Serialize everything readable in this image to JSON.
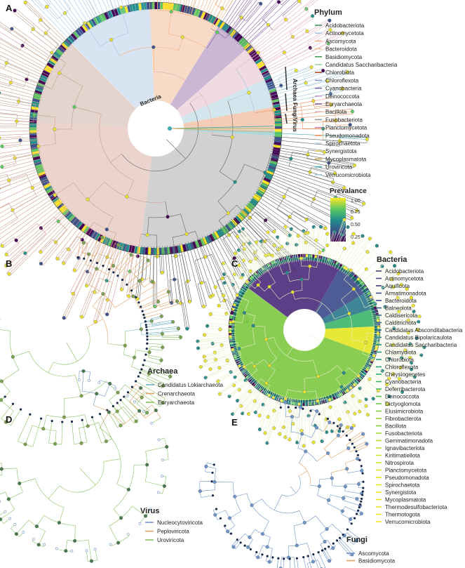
{
  "panels": {
    "A": {
      "letter": "A",
      "legend_title": "Phylum",
      "phyla": [
        {
          "name": "Acidobacteriota",
          "color": "#4a9a6a"
        },
        {
          "name": "Actinomycetota",
          "color": "#a8c4e0"
        },
        {
          "name": "Ascomycota",
          "color": "#f0b080"
        },
        {
          "name": "Bacteroidota",
          "color": "#e8c890"
        },
        {
          "name": "Basidiomycota",
          "color": "#48a058"
        },
        {
          "name": "Candidatus Saccharibacteria",
          "color": "#9cd29c"
        },
        {
          "name": "Chlorobiota",
          "color": "#b05030"
        },
        {
          "name": "Chloroflexota",
          "color": "#8a98c8"
        },
        {
          "name": "Cyanobacteria",
          "color": "#7a68a8"
        },
        {
          "name": "Deinococcota",
          "color": "#c8a0d0"
        },
        {
          "name": "Euryarchaeota",
          "color": "#8860a0"
        },
        {
          "name": "Bacillota",
          "color": "#e0b0c0"
        },
        {
          "name": "Fusobacteriota",
          "color": "#9a9a9a"
        },
        {
          "name": "Planctomycetota",
          "color": "#d080a0"
        },
        {
          "name": "Pseudomonadota",
          "color": "#e89060"
        },
        {
          "name": "Spirochaetota",
          "color": "#b8d0e8"
        },
        {
          "name": "Synergistota",
          "color": "#e0c850"
        },
        {
          "name": "Mycoplasmatota",
          "color": "#c0a040"
        },
        {
          "name": "Uroviricota",
          "color": "#40a8b0"
        },
        {
          "name": "Verrucomicrobiota",
          "color": "#a0c8d8"
        }
      ],
      "prevalence_title": "Prevalance",
      "prevalence_ticks": [
        "1.00",
        "0.75",
        "0.50",
        "0.25"
      ],
      "domain_labels": {
        "bacteria": "Bacteria",
        "archaea": "Archaea",
        "fungi": "Fungi",
        "virus": "Virus"
      }
    },
    "B": {
      "letter": "B",
      "legend_title": "Archaea",
      "phyla": [
        {
          "name": "Candidatus Lokiarchaeota",
          "color": "#6ab0c0"
        },
        {
          "name": "Crenarchaeota",
          "color": "#e0a060"
        },
        {
          "name": "Euryarchaeota",
          "color": "#8cc060"
        }
      ]
    },
    "C": {
      "letter": "C",
      "legend_title": "Bacteria",
      "phyla": [
        {
          "name": "Acidobacteriota",
          "color": "#4a3a78"
        },
        {
          "name": "Actinomycetota",
          "color": "#4d3f80"
        },
        {
          "name": "Aquificota",
          "color": "#463a80"
        },
        {
          "name": "Armatimonadota",
          "color": "#40448a"
        },
        {
          "name": "Bacteroidota",
          "color": "#3c4e8c"
        },
        {
          "name": "Balneolota",
          "color": "#365a8c"
        },
        {
          "name": "Caldisericota",
          "color": "#32648c"
        },
        {
          "name": "Calditrichota",
          "color": "#2e6e8c"
        },
        {
          "name": "Candidatus Absconditabacteria",
          "color": "#2a788c"
        },
        {
          "name": "Candidatus Bipolaricaulota",
          "color": "#26808a"
        },
        {
          "name": "Candidatus Saccharibacteria",
          "color": "#228a88"
        },
        {
          "name": "Chlamydiota",
          "color": "#1f9484"
        },
        {
          "name": "Chlorobiota",
          "color": "#209c80"
        },
        {
          "name": "Chloroflexota",
          "color": "#26a47a"
        },
        {
          "name": "Cheysiogenetes",
          "color": "#30ac72"
        },
        {
          "name": "Cyanobacteria",
          "color": "#3cb46a"
        },
        {
          "name": "Deferribacterota",
          "color": "#4abc60"
        },
        {
          "name": "Deinococcota",
          "color": "#5ac456"
        },
        {
          "name": "Dictyoglomota",
          "color": "#6cca4c"
        },
        {
          "name": "Elusimicrobiota",
          "color": "#80d042"
        },
        {
          "name": "Fibrobacterota",
          "color": "#94d438"
        },
        {
          "name": "Bacillota",
          "color": "#88c83a"
        },
        {
          "name": "Fusobacteriota",
          "color": "#a8d834"
        },
        {
          "name": "Gemmatimonadota",
          "color": "#b4dc30"
        },
        {
          "name": "Ignavibacteriota",
          "color": "#c0e02c"
        },
        {
          "name": "Kiritimatiellota",
          "color": "#cce42a"
        },
        {
          "name": "Nitrospirota",
          "color": "#d4e428"
        },
        {
          "name": "Planctomycetota",
          "color": "#dce626"
        },
        {
          "name": "Pseudomonadota",
          "color": "#e2e624"
        },
        {
          "name": "Spirochaetota",
          "color": "#e6e622"
        },
        {
          "name": "Synergistota",
          "color": "#eae620"
        },
        {
          "name": "Mycoplasmatota",
          "color": "#ece41e"
        },
        {
          "name": "Thermodesulfobacteriota",
          "color": "#eee41e"
        },
        {
          "name": "Thermotogota",
          "color": "#f0e41e"
        },
        {
          "name": "Verrucomicrobiota",
          "color": "#f2e41e"
        }
      ]
    },
    "D": {
      "letter": "D",
      "legend_title": "Virus",
      "phyla": [
        {
          "name": "Nucleocytoviricota",
          "color": "#6f94c8"
        },
        {
          "name": "Peploviricota",
          "color": "#e0a060"
        },
        {
          "name": "Uroviricota",
          "color": "#8cc060"
        }
      ]
    },
    "E": {
      "letter": "E",
      "legend_title": "Fungi",
      "phyla": [
        {
          "name": "Ascomycota",
          "color": "#6f94c8"
        },
        {
          "name": "Basidiomycota",
          "color": "#e0a060"
        }
      ]
    }
  }
}
